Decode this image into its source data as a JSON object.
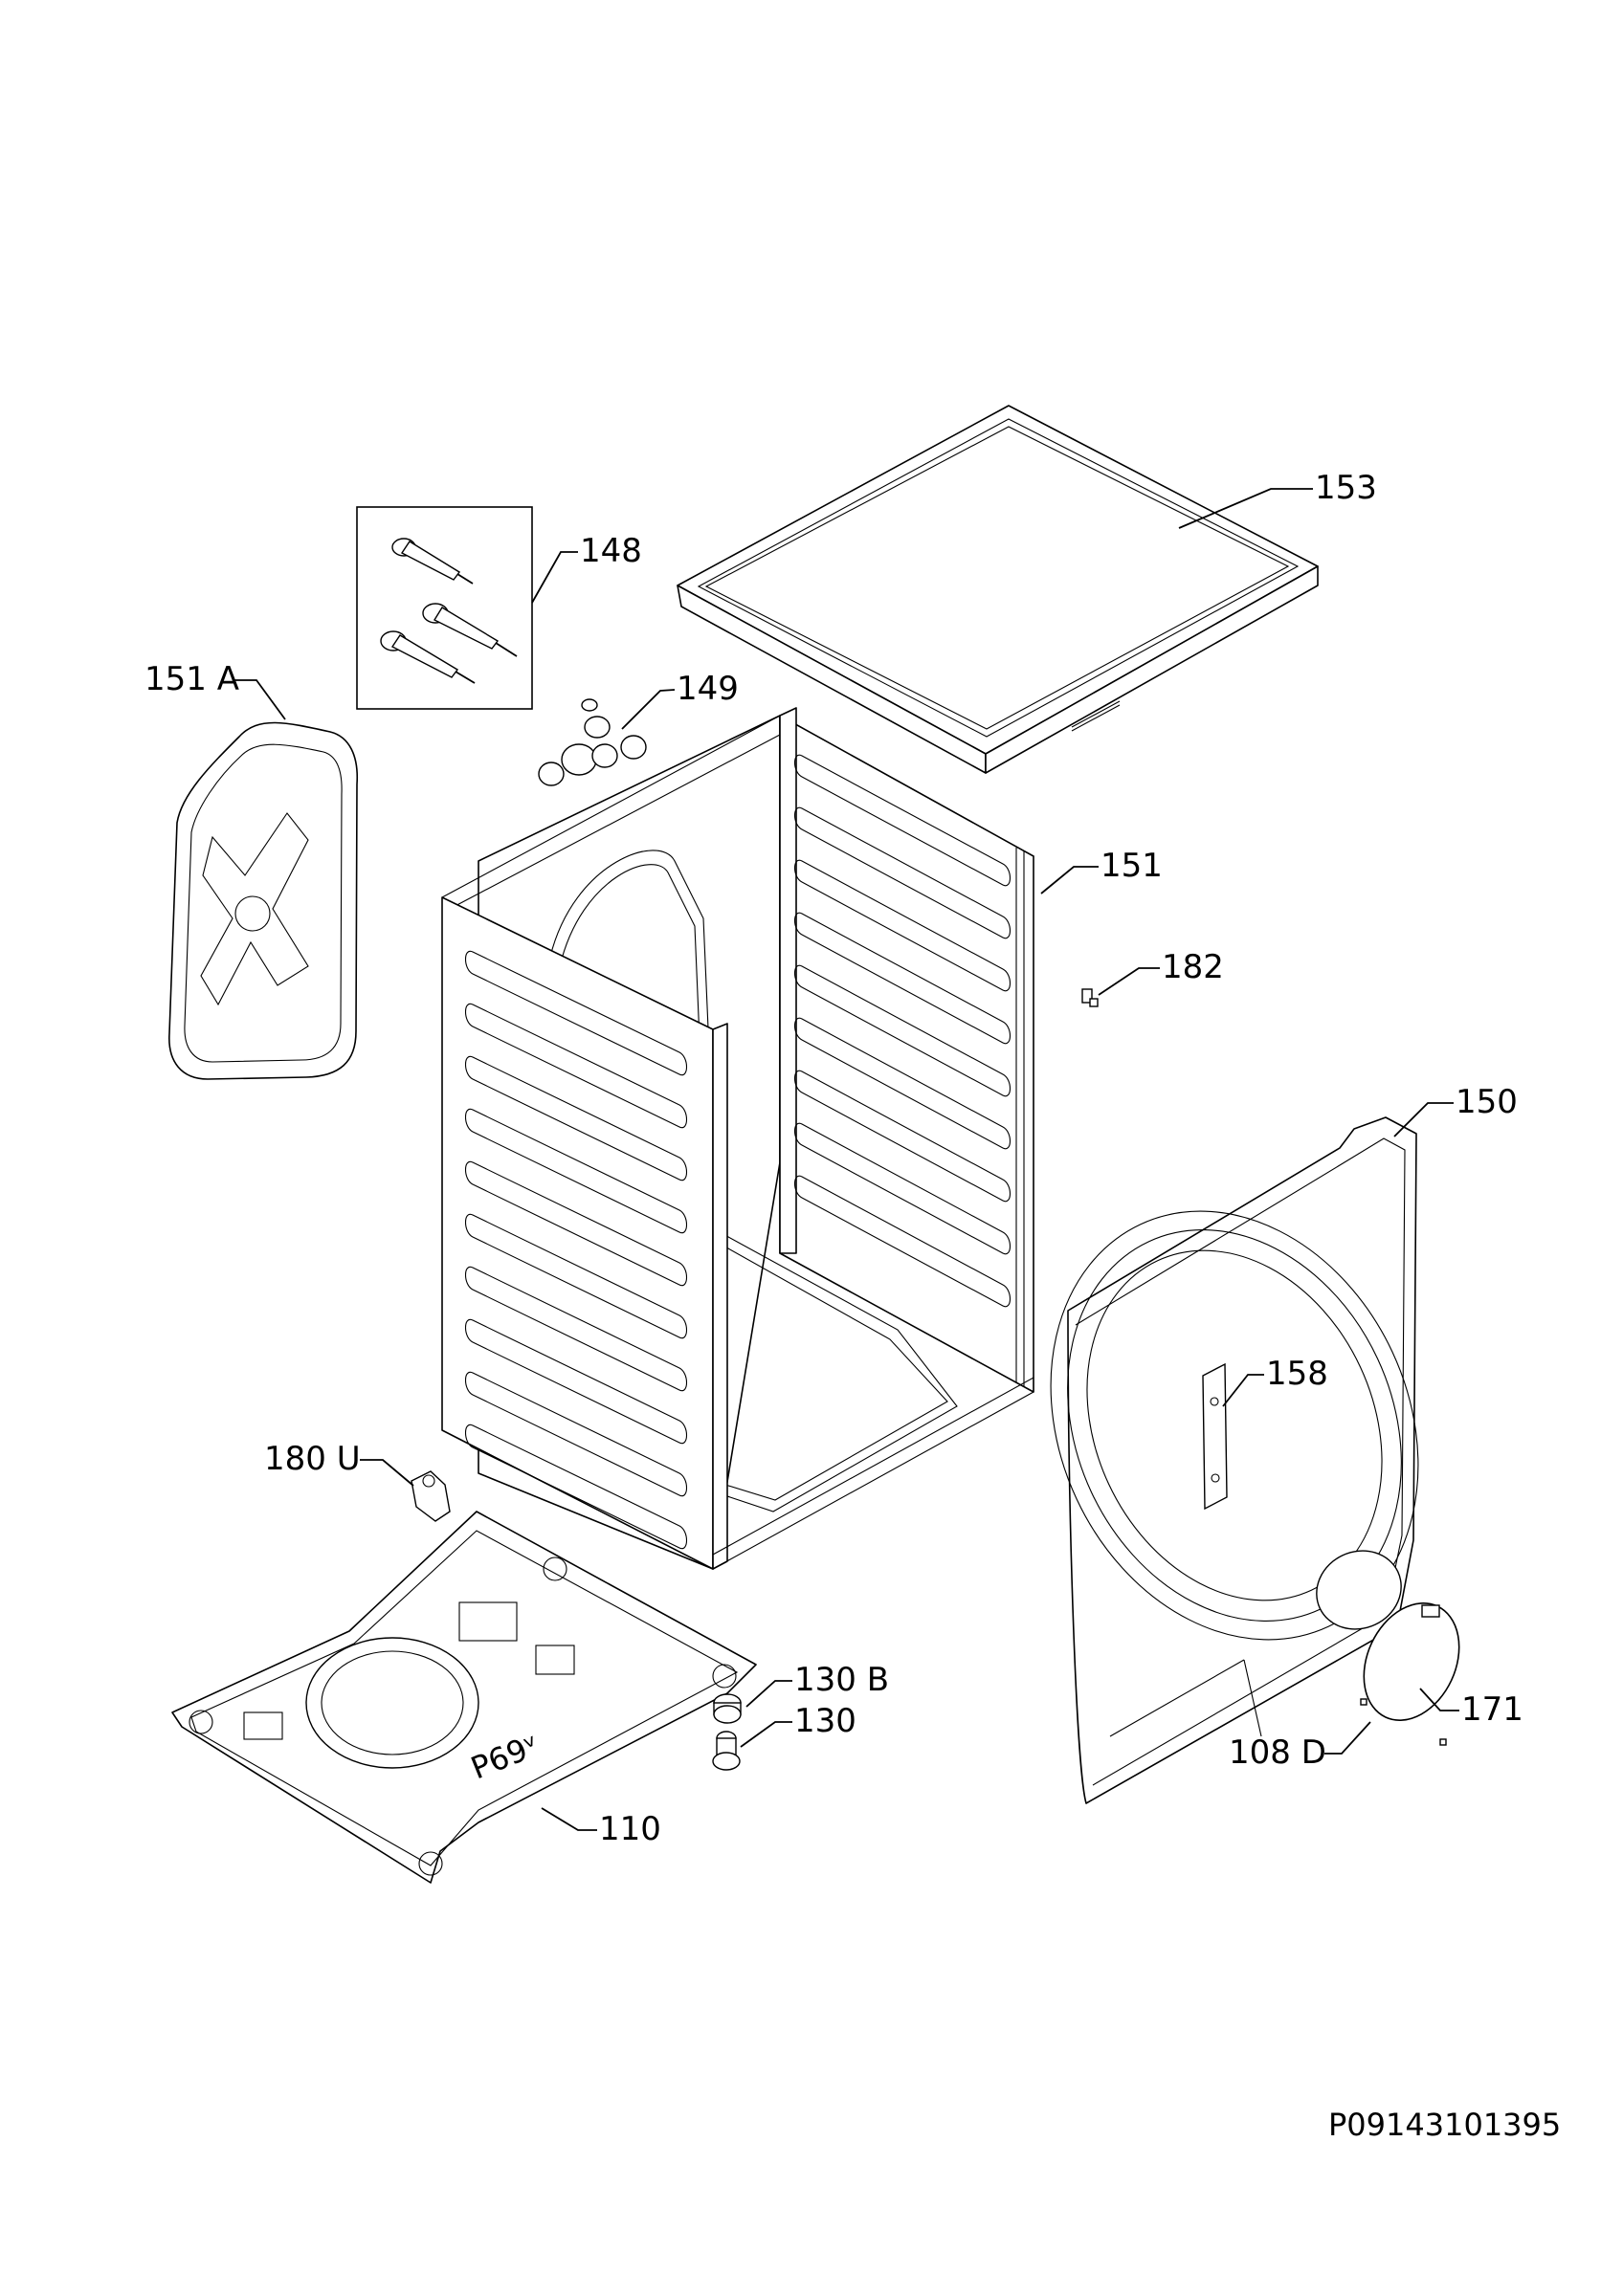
{
  "title": "P09143101395",
  "parts": {
    "p110": "110",
    "p130": "130",
    "p130b": "130 B",
    "p148": "148",
    "p149": "149",
    "p150": "150",
    "p151": "151",
    "p151a": "151 A",
    "p153": "153",
    "p158": "158",
    "p171": "171",
    "p180u": "180 U",
    "p182": "182",
    "p108d": "108 D"
  },
  "base_marking": "P69ᵛ"
}
